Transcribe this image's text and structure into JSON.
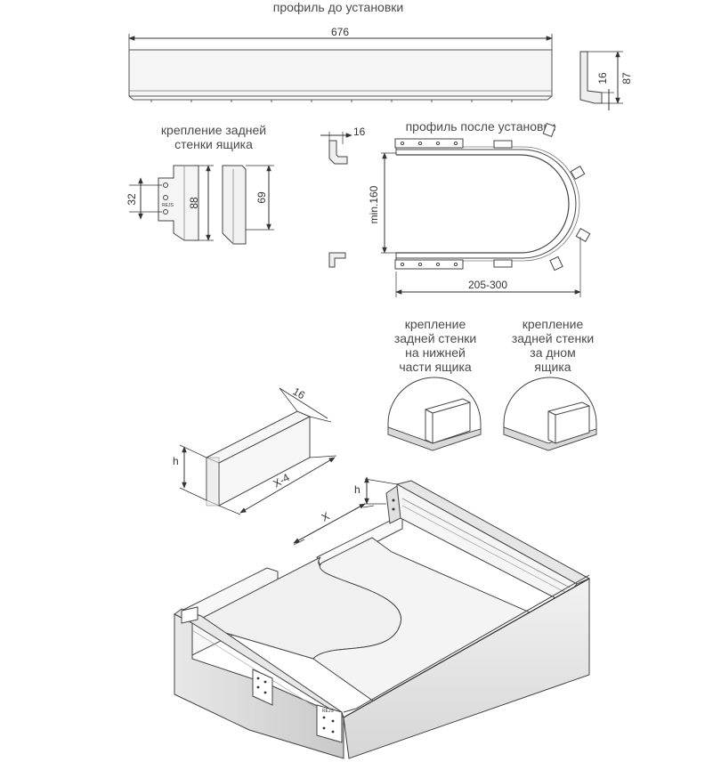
{
  "labels": {
    "profile_before": "профиль до установки",
    "profile_after": "профиль после установки",
    "rear_wall_mount": [
      "крепление задней",
      "стенки ящика"
    ],
    "mount_bottom": [
      "крепление",
      "задней стенки",
      "на нижней",
      "части ящика"
    ],
    "mount_behind": [
      "крепление",
      "задней стенки",
      "за дном",
      "ящика"
    ]
  },
  "dimensions": {
    "length": "676",
    "thickness": "16",
    "height": "87",
    "bracket_offset": "32",
    "bracket_height": "88",
    "wall_height": "69",
    "profile_thickness": "16",
    "min_width": "min.160",
    "depth_range": "205-300",
    "panel_thickness": "16",
    "panel_height": "h",
    "panel_length": "X-4",
    "cutout_width": "X",
    "drawer_height": "h"
  },
  "brand": "REJS"
}
